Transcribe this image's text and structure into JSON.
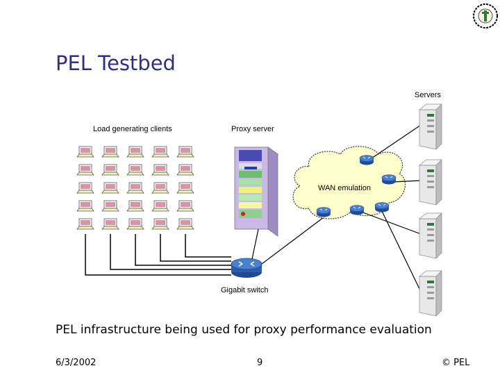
{
  "slide": {
    "title": "PEL Testbed",
    "caption": "PEL infrastructure being used for proxy performance evaluation",
    "footer": {
      "date": "6/3/2002",
      "page": "9",
      "copyright": "© PEL"
    }
  },
  "diagram": {
    "labels": {
      "clients": "Load generating clients",
      "proxy": "Proxy server",
      "servers": "Servers",
      "wan": "WAN emulation",
      "switch": "Gigabit switch"
    },
    "client_grid": {
      "rows": 5,
      "cols": 5
    },
    "server_count": 4,
    "wan_router_count": 5
  },
  "colors": {
    "title": "#2e2e8a",
    "cloud_fill": "#ffffcc",
    "router_fill": "#2a5db0",
    "laptop_screen": "#e090a0",
    "proxy_body": "#c9b8e8"
  }
}
